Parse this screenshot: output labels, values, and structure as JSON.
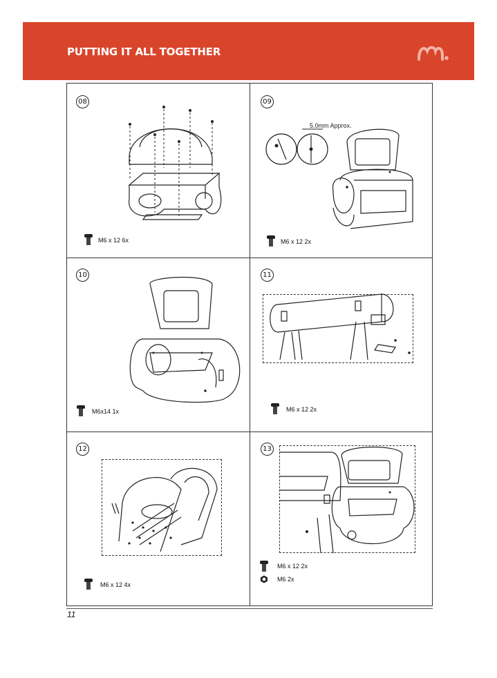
{
  "header": {
    "title": "PUTTING IT ALL TOGETHER",
    "brand_color": "#d9452b",
    "logo": "brand-logo-icon"
  },
  "steps": [
    {
      "number": "08",
      "parts": [
        {
          "icon": "bolt-icon",
          "text": "M6 x 12   6x"
        }
      ]
    },
    {
      "number": "09",
      "callout": "5.0mm  Approx.",
      "parts": [
        {
          "icon": "bolt-icon",
          "text": "M6 x 12   2x"
        }
      ]
    },
    {
      "number": "10",
      "parts": [
        {
          "icon": "bolt-icon",
          "text": "M6x14    1x"
        }
      ]
    },
    {
      "number": "11",
      "parts": [
        {
          "icon": "bolt-icon",
          "text": "M6 x 12   2x"
        }
      ]
    },
    {
      "number": "12",
      "parts": [
        {
          "icon": "bolt-icon",
          "text": "M6 x 12   4x"
        }
      ]
    },
    {
      "number": "13",
      "parts": [
        {
          "icon": "bolt-icon",
          "text": "M6 x 12  2x"
        },
        {
          "icon": "nut-icon",
          "text": "M6  2x"
        }
      ]
    }
  ],
  "footer": {
    "page_number": "11"
  }
}
